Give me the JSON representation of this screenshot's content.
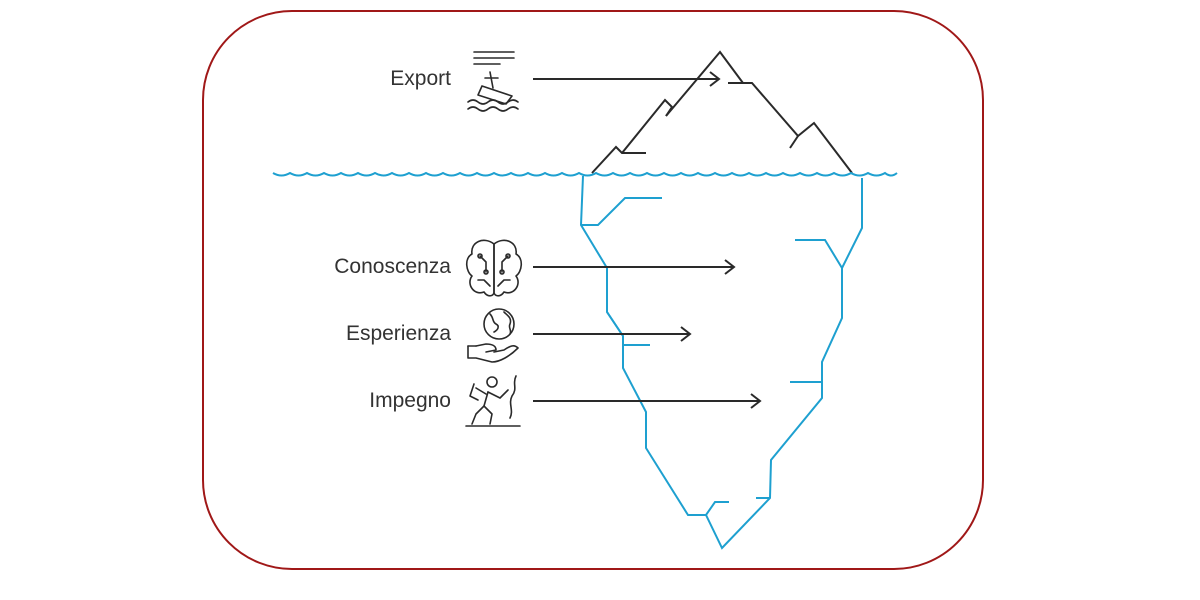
{
  "colors": {
    "frame": "#a01818",
    "ice_above": "#2a2a2a",
    "ice_below": "#1ea0d0",
    "water": "#1ea0d0",
    "arrow": "#2a2a2a",
    "text": "#333333"
  },
  "levels": [
    {
      "label": "Export",
      "icon": "sinking-ship-icon",
      "zone": "above-water"
    },
    {
      "label": "Conoscenza",
      "icon": "brain-circuit-icon",
      "zone": "below-water"
    },
    {
      "label": "Esperienza",
      "icon": "globe-in-hand-icon",
      "zone": "below-water"
    },
    {
      "label": "Impegno",
      "icon": "climber-icon",
      "zone": "below-water"
    }
  ]
}
